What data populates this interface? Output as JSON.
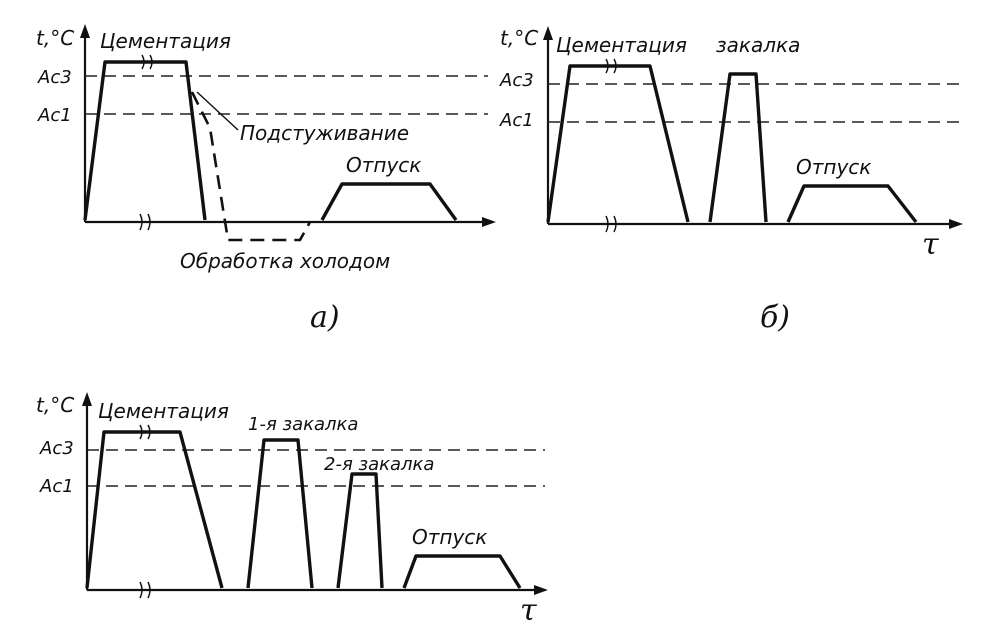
{
  "panels": {
    "a": {
      "caption": "а)",
      "y_axis_label": "t,°C",
      "levels": [
        "Ac3",
        "Ac1"
      ],
      "labels": {
        "carburizing": "Цементация",
        "subcooling": "Подстуживание",
        "tempering": "Отпуск",
        "cold_treatment": "Обработка холодом"
      }
    },
    "b": {
      "caption": "б)",
      "y_axis_label": "t,°C",
      "x_axis_label": "τ",
      "levels": [
        "Ac3",
        "Ac1"
      ],
      "labels": {
        "carburizing": "Цементация",
        "quench": "закалка",
        "tempering": "Отпуск"
      }
    },
    "c": {
      "y_axis_label": "t,°C",
      "x_axis_label": "τ",
      "levels": [
        "Ac3",
        "Ac1"
      ],
      "labels": {
        "carburizing": "Цементация",
        "quench1": "1-я закалка",
        "quench2": "2-я закалка",
        "tempering": "Отпуск"
      }
    }
  }
}
